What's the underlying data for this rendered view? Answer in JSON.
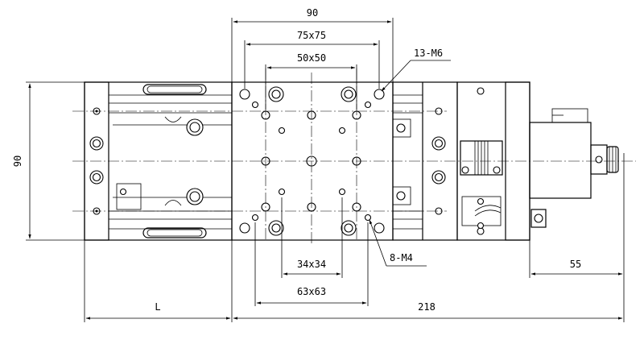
{
  "drawing": {
    "dimensions": {
      "top_width": "90",
      "pattern_75": "75x75",
      "pattern_50": "50x50",
      "left_height": "90",
      "pattern_34": "34x34",
      "pattern_63": "63x63",
      "length_L": "L",
      "length_218": "218",
      "motor_55": "55"
    },
    "callouts": {
      "m6_holes": "13-M6",
      "m4_holes": "8-M4"
    }
  }
}
